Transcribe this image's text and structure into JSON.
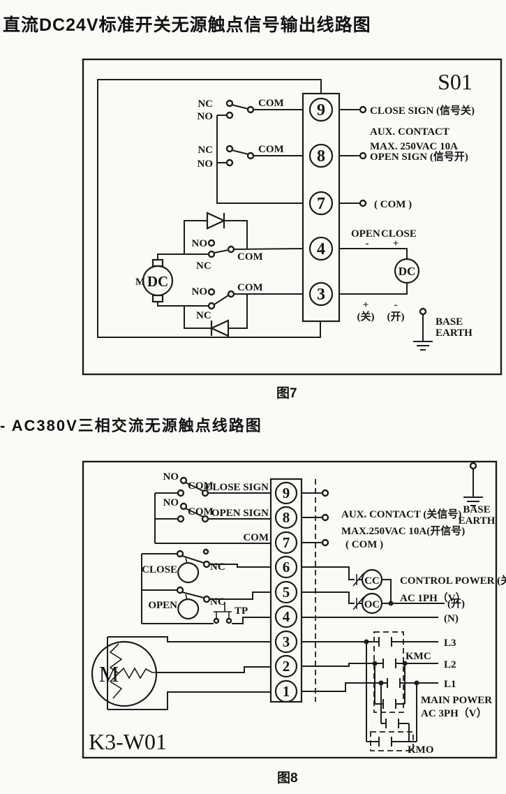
{
  "page": {
    "title_dc": "直流DC24V标准开关无源触点信号输出线路图",
    "title_ac_prefix": "-",
    "title_ac": "AC380V三相交流无源触点线路图",
    "fig7_caption": "图7",
    "fig8_caption": "图8"
  },
  "labels": {
    "nc": "NC",
    "no": "NO",
    "com": "COM",
    "base": "BASE",
    "earth": "EARTH",
    "plus": "+",
    "minus": "-"
  },
  "s01": {
    "model": "S01",
    "terminals": [
      "9",
      "8",
      "7",
      "4",
      "3"
    ],
    "close_sign": "CLOSE SIGN  (信号关)",
    "open_sign": "OPEN SIGN  (信号开)",
    "aux_contact_line1": "AUX.  CONTACT",
    "aux_contact_line2": "MAX. 250VAC 10A",
    "com_out": "( COM )",
    "open_label": "OPEN",
    "close_label": "CLOSE",
    "dc_supply": "DC",
    "close_cn": "(关)",
    "open_cn": "(开)",
    "motor_label": "M",
    "motor_dc": "DC"
  },
  "k3w01": {
    "model": "K3-W01",
    "terminals": [
      "9",
      "8",
      "7",
      "6",
      "5",
      "4",
      "3",
      "2",
      "1"
    ],
    "close_sign": "CLOSE SIGN",
    "open_sign": "OPEN SIGN",
    "aux_contact_line1": "AUX.  CONTACT  (关信号)",
    "aux_contact_line2": "MAX.250VAC 10A(开信号)",
    "com_out": "( COM )",
    "close_label": "CLOSE",
    "open_label": "OPEN",
    "tp": "TP",
    "cc": "CC",
    "oc": "OC",
    "control_power": "CONTROL POWER  (关)",
    "ac_1ph": "AC 1PH（V）",
    "open_cn": "(开)",
    "neutral": "(N)",
    "l3": "L3",
    "l2": "L2",
    "l1": "L1",
    "kmc": "KMC",
    "kmo": "KMO",
    "main_power_line1": "MAIN POWER",
    "main_power_line2": "AC 3PH（V）",
    "motor_label": "M"
  }
}
